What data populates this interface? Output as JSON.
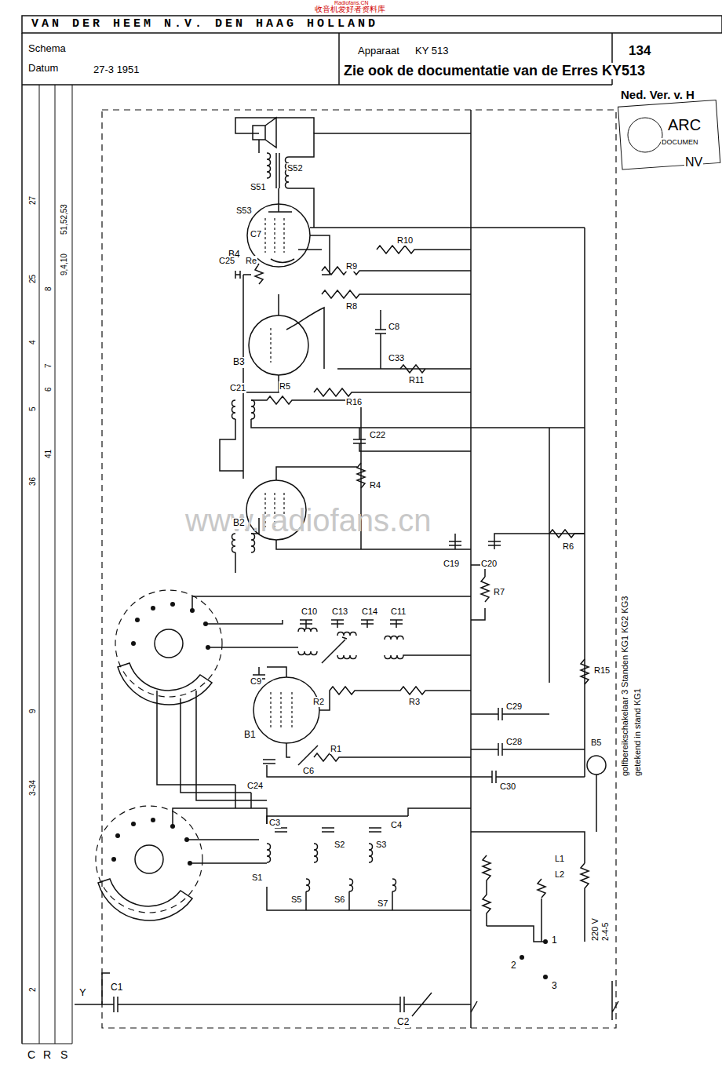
{
  "diagram": {
    "title": "VAN DER HEEM N.V. DEN HAAG HOLLAND",
    "labels": [
      "Schema",
      "Datum",
      "27-3 1951",
      "Apparaat",
      "KY 513",
      "Zie ook de documentatie van de Erres KY513",
      "134",
      "Ned. Ver. v. H",
      "ARC",
      "DOCUMEN",
      "NV",
      "www.radiofans.cn",
      "收音机爱好者资料库",
      "Radiofans.CN",
      "S51",
      "S53",
      "S52",
      "C7",
      "B4",
      "Re",
      "R9",
      "R10",
      "C25",
      "R8",
      "B3",
      "C8",
      "C33",
      "R16",
      "R11",
      "R5",
      "C21",
      "C22",
      "B2",
      "R4",
      "C19",
      "C20",
      "R6",
      "R7",
      "C10",
      "C13",
      "C14",
      "C11",
      "C9",
      "B1",
      "R2",
      "R3",
      "R1",
      "C6",
      "C24",
      "C29",
      "C28",
      "C30",
      "R15",
      "B5",
      "C3",
      "S1",
      "S2",
      "S3",
      "C4",
      "S5",
      "S6",
      "S7",
      "C1",
      "C2",
      "Y",
      "L1",
      "L2",
      "1",
      "2",
      "3",
      "220 V",
      "2-4-5",
      "golfbereikschakelaar 3 Standen KG1 KG2 KG3",
      "getekend in stand KG1",
      "C",
      "R",
      "S",
      "27",
      "25",
      "8",
      "4",
      "7",
      "6",
      "5",
      "41",
      "36",
      "9",
      "3-34",
      "2",
      "51,52,53",
      "9,4,10"
    ]
  }
}
